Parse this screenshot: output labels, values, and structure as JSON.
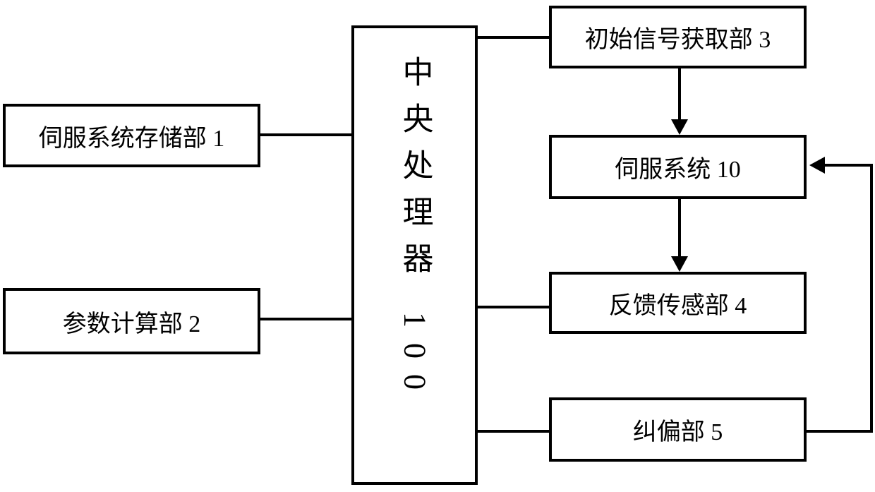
{
  "diagram": {
    "colors": {
      "line": "#000000",
      "background": "#ffffff",
      "text": "#000000"
    },
    "boxes": {
      "servo_storage": {
        "label": "伺服系统存储部 1"
      },
      "param_calc": {
        "label": "参数计算部 2"
      },
      "cpu": {
        "label": "中央处理器 100"
      },
      "initial_signal": {
        "label": "初始信号获取部 3"
      },
      "servo_system": {
        "label": "伺服系统 10"
      },
      "feedback_sensor": {
        "label": "反馈传感部 4"
      },
      "correction": {
        "label": "纠偏部 5"
      }
    },
    "edges": [
      {
        "from": "servo_storage",
        "to": "cpu",
        "type": "line"
      },
      {
        "from": "param_calc",
        "to": "cpu",
        "type": "line"
      },
      {
        "from": "cpu",
        "to": "initial_signal",
        "type": "line"
      },
      {
        "from": "cpu",
        "to": "feedback_sensor",
        "type": "line"
      },
      {
        "from": "cpu",
        "to": "correction",
        "type": "line"
      },
      {
        "from": "initial_signal",
        "to": "servo_system",
        "type": "arrow"
      },
      {
        "from": "servo_system",
        "to": "feedback_sensor",
        "type": "arrow"
      },
      {
        "from": "correction",
        "to": "servo_system",
        "type": "arrow"
      }
    ]
  }
}
